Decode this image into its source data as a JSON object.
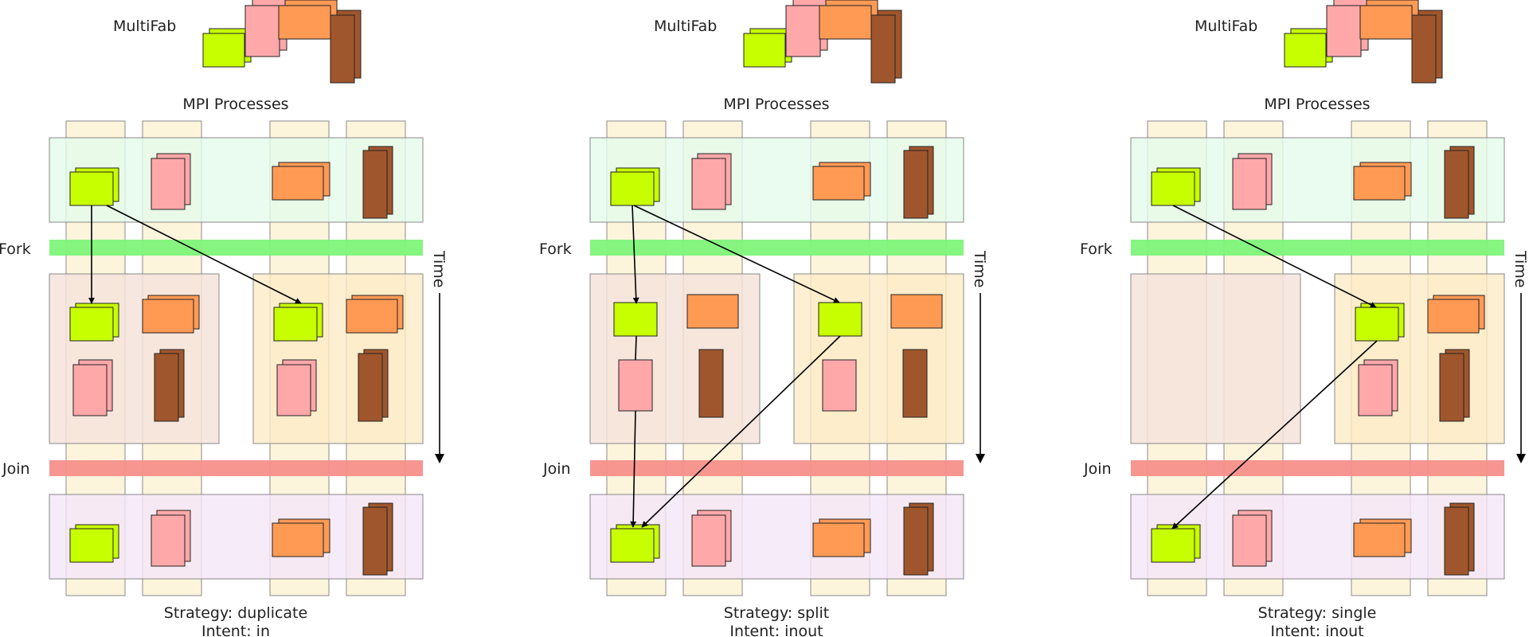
{
  "colors": {
    "lime": "#c8ff00",
    "pink": "#ffa8aa",
    "orange": "#ff9a55",
    "brown": "#a0562c",
    "column_bg": "#fdf2d6",
    "fork_bar": "#7ff47a",
    "join_bar": "#f7908a",
    "top_band": "#e4fbec",
    "bottom_band": "#f4e6f8",
    "group_left": "#f5e3dc",
    "group_right": "#fdebc6"
  },
  "panels": [
    {
      "multifab_label": "MultiFab",
      "processes_label": "MPI Processes",
      "fork_label": "Fork",
      "join_label": "Join",
      "time_label": "Time",
      "strategy": "Strategy: duplicate",
      "intent": "Intent: in",
      "fork_mode": "duplicate"
    },
    {
      "multifab_label": "MultiFab",
      "processes_label": "MPI Processes",
      "fork_label": "Fork",
      "join_label": "Join",
      "time_label": "Time",
      "strategy": "Strategy: split",
      "intent": "Intent: inout",
      "fork_mode": "split"
    },
    {
      "multifab_label": "MultiFab",
      "processes_label": "MPI Processes",
      "fork_label": "Fork",
      "join_label": "Join",
      "time_label": "Time",
      "strategy": "Strategy: single",
      "intent": "Intent: inout",
      "fork_mode": "single"
    }
  ]
}
